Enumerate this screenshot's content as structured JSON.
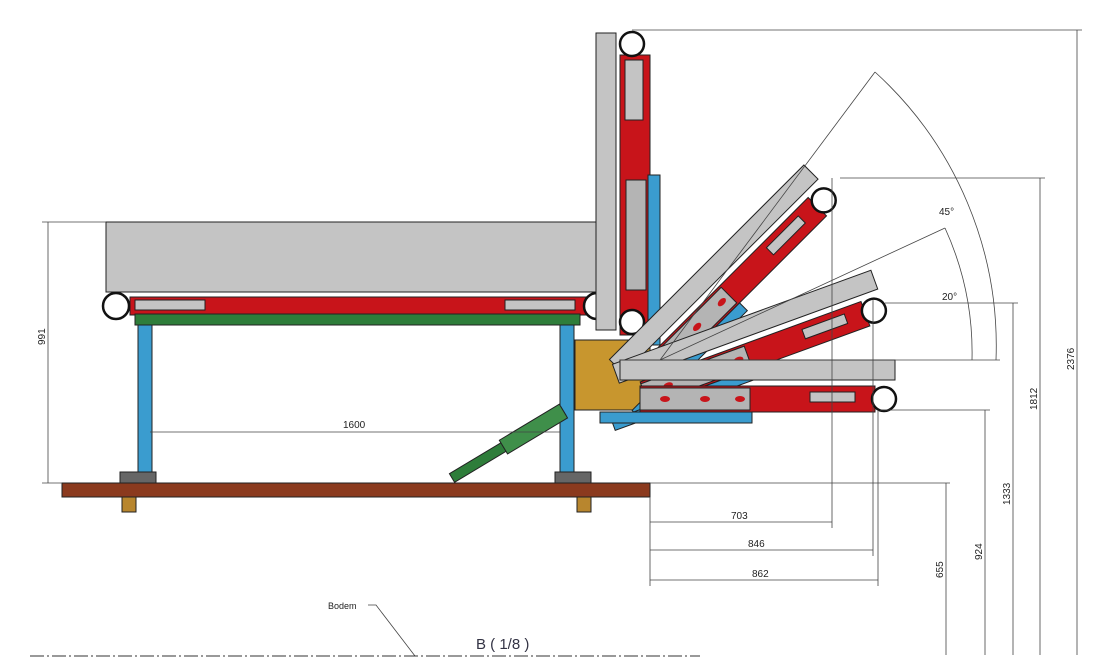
{
  "drawing": {
    "view_label": "B ( 1/8 )",
    "floor_label": "Bodem",
    "dimensions": {
      "height_table": "991",
      "length": "1600",
      "reach_45": "703",
      "reach_20": "846",
      "reach_0": "862",
      "floor_height": "655",
      "height_0": "924",
      "height_20": "1333",
      "height_45": "1812",
      "height_90": "2376"
    },
    "angles": {
      "a45": "45°",
      "a20": "20°"
    }
  },
  "colors": {
    "frame_red": "#c8141a",
    "frame_blue": "#3a9ccf",
    "frame_green": "#2e7d3a",
    "panel_gray": "#c4c4c4",
    "floor_brown": "#8b3a1e",
    "bracket_ochre": "#c8962e"
  }
}
